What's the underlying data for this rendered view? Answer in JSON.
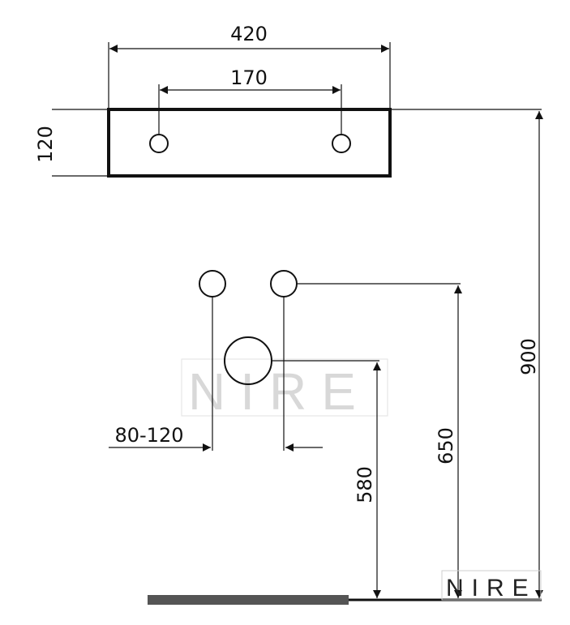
{
  "dimensions": {
    "width": "420",
    "hole_spacing": "170",
    "depth": "120",
    "pipe_spacing": "80-120",
    "drain_height": "580",
    "supply_height": "650",
    "top_height": "900"
  },
  "watermark": {
    "center": "NIRE",
    "corner": "NIRE"
  },
  "colors": {
    "line": "#111111",
    "floor_dark": "#555555",
    "watermark": "#c8c8c8"
  }
}
